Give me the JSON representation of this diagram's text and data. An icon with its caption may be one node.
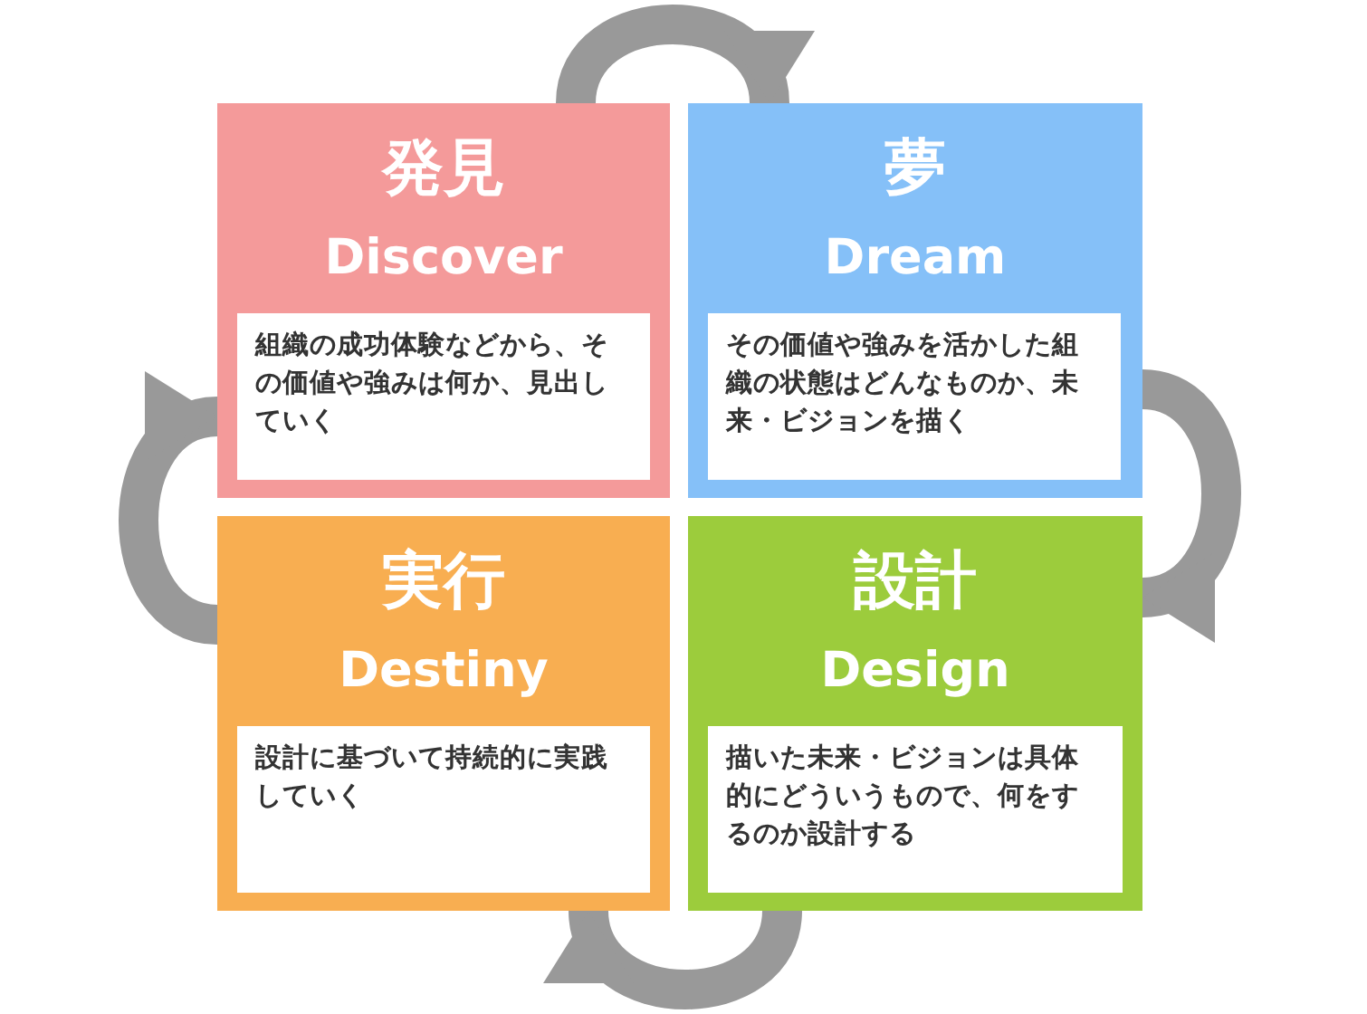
{
  "diagram": {
    "nodes": [
      {
        "text": [
          "発見",
          "Discover"
        ]
      },
      {
        "text": [
          "組織の成功体験などから、その価値や強みは何か、見出していく"
        ],
        "in": 0
      },
      {
        "text": [
          "夢",
          "Dream"
        ]
      },
      {
        "text": [
          "その価値や強みを活かした組織の状態はどんなものか、未来・ビジョンを描く"
        ],
        "in": 2
      },
      {
        "text": [
          "実行",
          "Destiny"
        ]
      },
      {
        "text": [
          "設計に基づいて持続的に実践していく"
        ],
        "in": 4
      },
      {
        "text": [
          "設計",
          "Design"
        ]
      },
      {
        "text": [
          "描いた未来・ビジョンは具体的にどういうもので、何をするのか設計する"
        ],
        "in": 6
      }
    ],
    "edges": [
      {
        "from": 0,
        "to": 2,
        "arrow": "to"
      },
      {
        "from": 2,
        "to": 6,
        "arrow": "to"
      },
      {
        "from": 6,
        "to": 4,
        "arrow": "to"
      },
      {
        "from": 4,
        "to": 0,
        "arrow": "to"
      }
    ]
  }
}
